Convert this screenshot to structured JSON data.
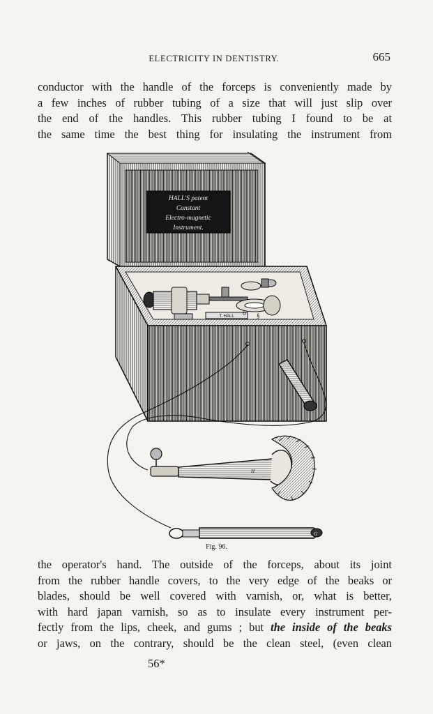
{
  "header": {
    "title": "ELECTRICITY IN DENTISTRY.",
    "page_number": "665"
  },
  "paragraph_top": {
    "lines": [
      "conductor with the handle of the forceps is conveniently made by",
      "a few inches of rubber tubing of a size that will just slip over",
      "the end of the handles. This rubber tubing I found to be at",
      "the same time the best thing for insulating the instrument from"
    ]
  },
  "figure": {
    "label_lines": [
      "HALL'S patent",
      "Constant",
      "Electro-magnetic",
      "Instrument."
    ],
    "inner_plate": "T. HALL",
    "caption": "Fig. 96."
  },
  "paragraph_bottom": {
    "line_1": "the operator's hand. The outside of the forceps, about its joint",
    "line_2": "from the rubber handle covers, to the very edge of the beaks or",
    "line_3": "blades, should be well covered with varnish, or, what is better,",
    "line_4": "with hard japan varnish, so as to insulate every instrument per-",
    "line_5_start": "fectly from the lips, cheek, and gums ; but ",
    "line_5_italic": "the inside of the beaks",
    "line_6": "or jaws, on the contrary, should be the clean steel, (even clean"
  },
  "signature": "56*"
}
